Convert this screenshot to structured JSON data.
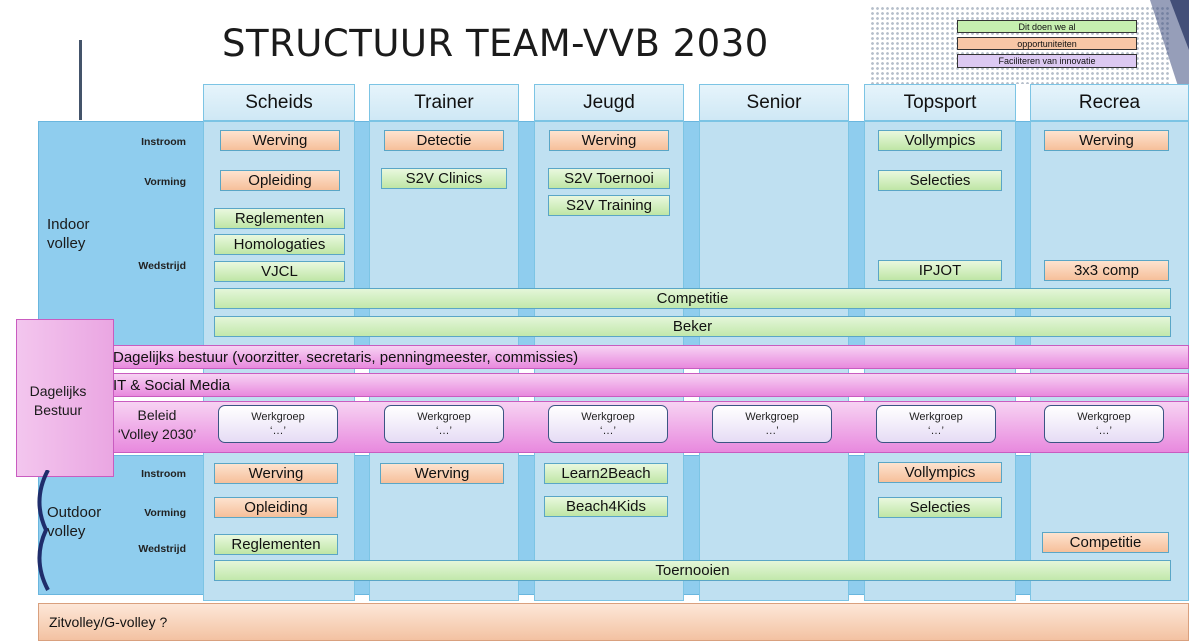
{
  "title": "STRUCTUUR TEAM-VVB 2030",
  "legend": {
    "done": "Dit doen we al",
    "opportunities": "opportuniteiten",
    "innovation": "Faciliteren van innovatie",
    "colors": {
      "done": "#c6efb0",
      "opportunities": "#f8c7a6",
      "innovation": "#dcc9f2"
    }
  },
  "columns": [
    "Scheids",
    "Trainer",
    "Jeugd",
    "Senior",
    "Topsport",
    "Recrea"
  ],
  "indoor": {
    "label_line1": "Indoor",
    "label_line2": "volley",
    "rows": {
      "instroom": "Instroom",
      "vorming": "Vorming",
      "wedstrijd": "Wedstrijd"
    },
    "scheids": {
      "instroom": "Werving",
      "vorming": "Opleiding",
      "w1": "Reglementen",
      "w2": "Homologaties",
      "w3": "VJCL"
    },
    "trainer": {
      "instroom": "Detectie",
      "vorming": "S2V Clinics"
    },
    "jeugd": {
      "instroom": "Werving",
      "vorming1": "S2V Toernooi",
      "vorming2": "S2V Training"
    },
    "topsport": {
      "instroom": "Vollympics",
      "vorming": "Selecties",
      "wedstrijd": "IPJOT"
    },
    "recrea": {
      "instroom": "Werving",
      "wedstrijd": "3x3 comp"
    },
    "competitie": "Competitie",
    "beker": "Beker"
  },
  "bestuur": {
    "label_line1": "Dagelijks",
    "label_line2": "Bestuur",
    "dagelijks": "Dagelijks bestuur (voorzitter, secretaris, penningmeester, commissies)",
    "it": "IT & Social Media",
    "beleid_line1": "Beleid",
    "beleid_line2": "‘Volley 2030’",
    "werkgroepen": [
      {
        "label": "Werkgroep",
        "sub": "‘…’"
      },
      {
        "label": "Werkgroep",
        "sub": "‘…’"
      },
      {
        "label": "Werkgroep",
        "sub": "‘…’"
      },
      {
        "label": "Werkgroep",
        "sub": "…’"
      },
      {
        "label": "Werkgroep",
        "sub": "‘…’"
      },
      {
        "label": "Werkgroep",
        "sub": "‘…’"
      }
    ]
  },
  "outdoor": {
    "label_line1": "Outdoor",
    "label_line2": "volley",
    "rows": {
      "instroom": "Instroom",
      "vorming": "Vorming",
      "wedstrijd": "Wedstrijd"
    },
    "scheids": {
      "instroom": "Werving",
      "vorming": "Opleiding",
      "wedstrijd": "Reglementen"
    },
    "trainer": {
      "instroom": "Werving"
    },
    "jeugd": {
      "instroom": "Learn2Beach",
      "vorming": "Beach4Kids"
    },
    "topsport": {
      "instroom": "Vollympics",
      "vorming": "Selecties"
    },
    "recrea": {
      "wedstrijd": "Competitie"
    },
    "toernooien": "Toernooien"
  },
  "footer": "Zitvolley/G-volley ?"
}
